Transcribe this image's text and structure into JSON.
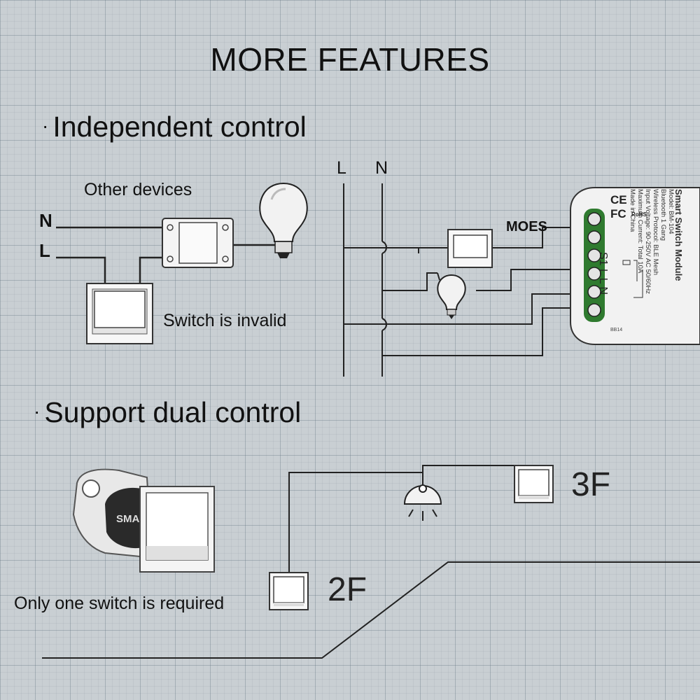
{
  "title": "MORE FEATURES",
  "section1": {
    "heading": "Independent control",
    "other_devices": "Other devices",
    "wire_n": "N",
    "wire_l": "L",
    "switch_invalid": "Switch is invalid",
    "bus_l": "L",
    "bus_n": "N",
    "brand": "MOES"
  },
  "module": {
    "name": "Smart Switch Module",
    "model": "Model: BM-104",
    "gang": "Bluetooth 1 Gang",
    "protocol": "Wireless Protocol: BLE Mesh",
    "input": "Input Voltage: 90-250V AC 50/60Hz",
    "current": "Maximum Current: Total 10A",
    "origin": "Made in China",
    "code": "BB14",
    "terminals": "S1 L L N",
    "cert_ce": "CE",
    "cert_fc": "FC",
    "cert_rohs": "RoHS"
  },
  "section2": {
    "heading": "Support dual control",
    "module_label": "SMA",
    "only_one": "Only one switch is required",
    "floor_2": "2F",
    "floor_3": "3F"
  }
}
